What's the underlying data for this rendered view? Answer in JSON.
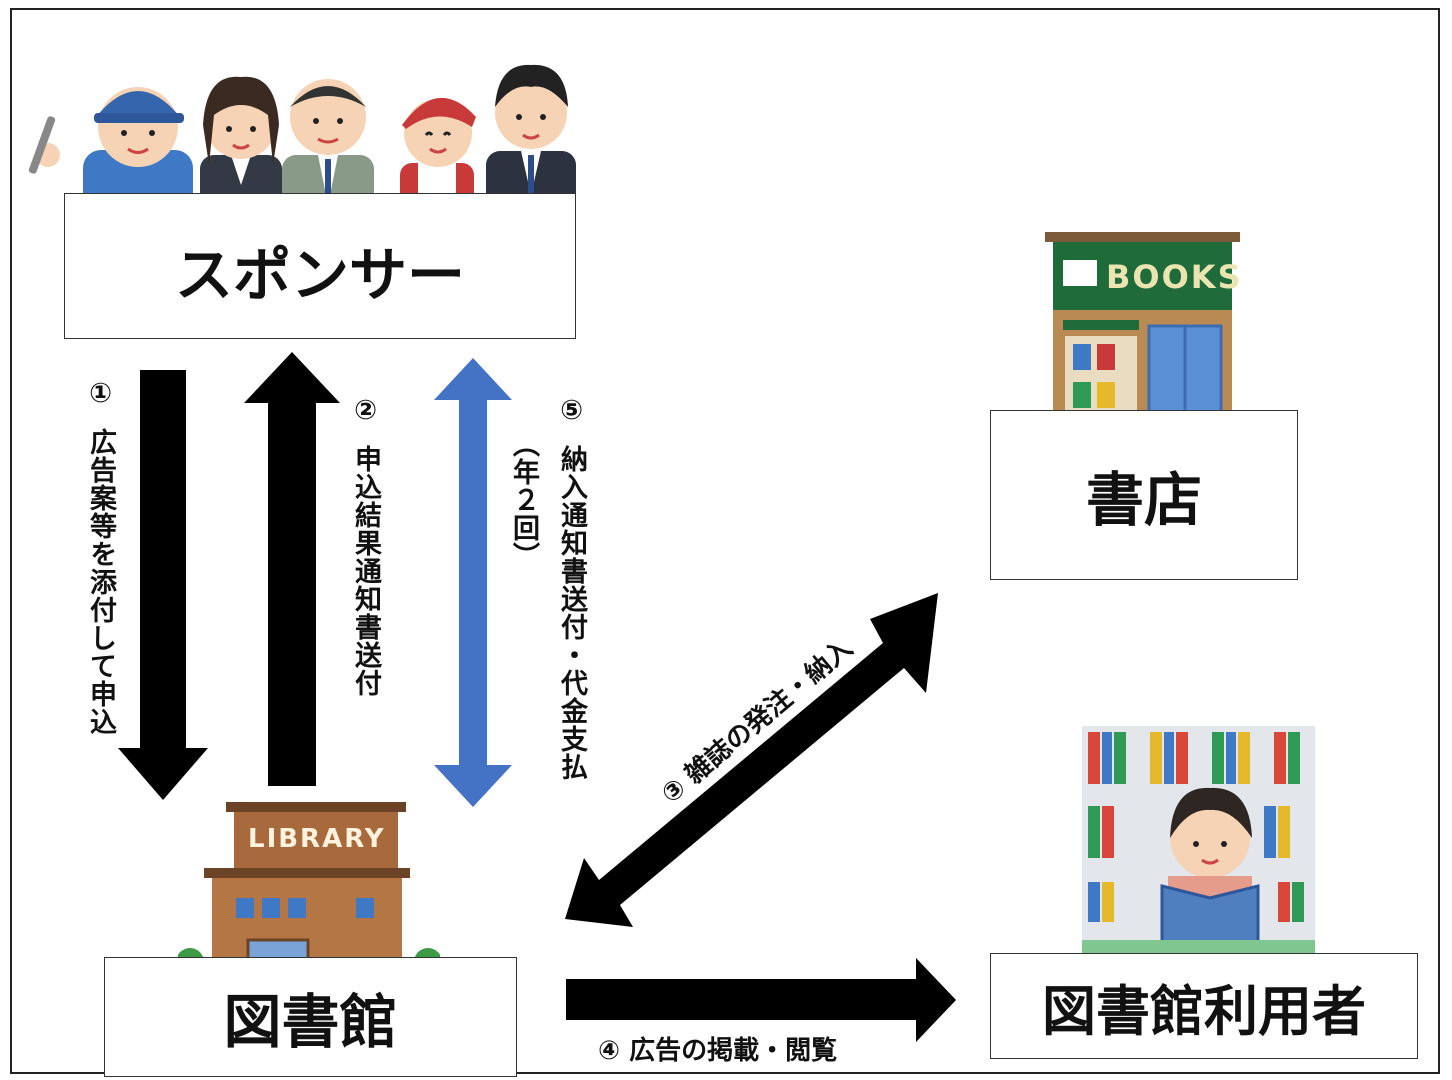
{
  "nodes": {
    "sponsor": "スポンサー",
    "bookstore": "書店",
    "library": "図書館",
    "users": "図書館利用者"
  },
  "signs": {
    "bookstore_sign": "BOOKS",
    "library_sign": "LIBRARY"
  },
  "flows": {
    "step1_num": "①",
    "step1_text": "広告案等を添付して申込",
    "step2_num": "②",
    "step2_text": "申込結果通知書送付",
    "step5_num": "⑤",
    "step5_text": "納入通知書送付・代金支払",
    "step5_note": "（年２回）",
    "step3_text": "③ 雑誌の発注・納入",
    "step4_text": "④ 広告の掲載・閲覧"
  },
  "colors": {
    "arrow_black": "#000000",
    "arrow_blue": "#4472c4",
    "store_green": "#1f6b3a",
    "brick": "#a86a3c"
  }
}
